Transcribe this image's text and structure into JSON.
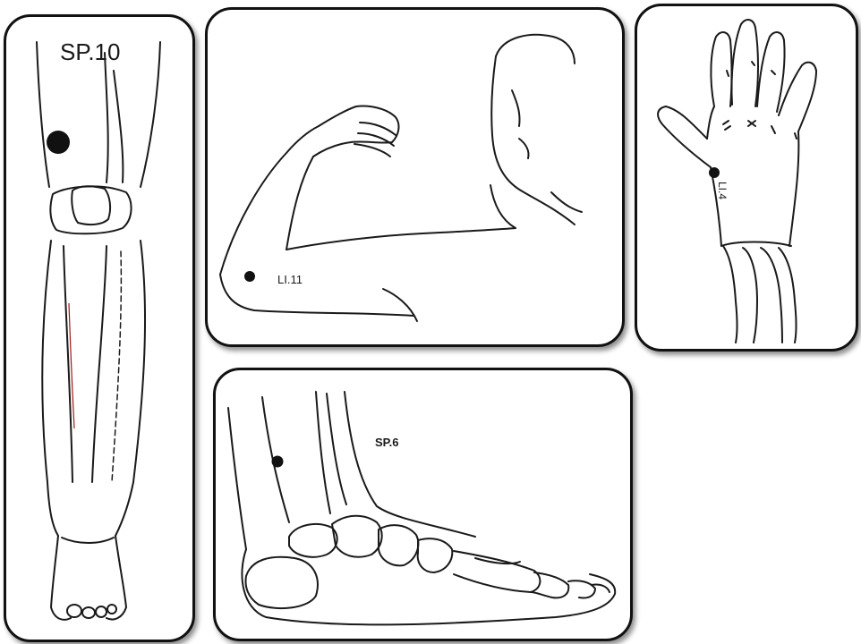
{
  "panels": {
    "leg": {
      "point_label": "SP.10",
      "icon": "leg-front-icon"
    },
    "arm": {
      "point_label": "LI.11",
      "icon": "bent-arm-icon"
    },
    "hand": {
      "point_label": "LI.4",
      "icon": "hand-back-icon"
    },
    "foot": {
      "point_label": "SP.6",
      "icon": "foot-side-icon"
    }
  },
  "colors": {
    "ink": "#1a1a1a",
    "panel_border": "#111111",
    "accent_red": "#a01818"
  }
}
